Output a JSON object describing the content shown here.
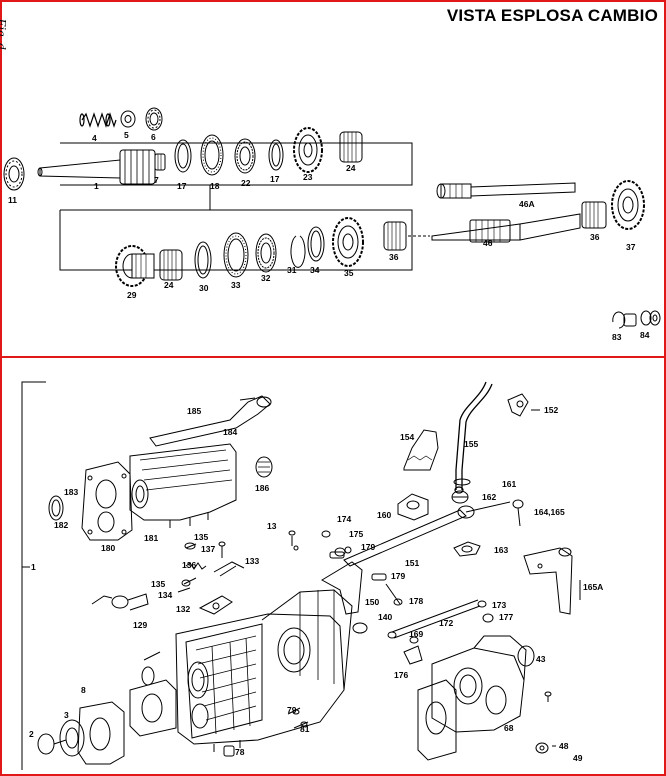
{
  "title": "VISTA ESPLOSA CAMBIO",
  "figure_label": "Fig. d",
  "colors": {
    "frame": "#e01818",
    "line": "#000000"
  },
  "top_section": {
    "part_labels": [
      "4",
      "5",
      "6",
      "11",
      "1",
      "7",
      "17",
      "18",
      "22",
      "17",
      "23",
      "24",
      "46A",
      "46",
      "36",
      "37",
      "29",
      "24",
      "30",
      "33",
      "32",
      "31",
      "34",
      "35",
      "36",
      "83",
      "84"
    ]
  },
  "bottom_section": {
    "part_labels": [
      "185",
      "184",
      "152",
      "154",
      "155",
      "186",
      "161",
      "183",
      "162",
      "182",
      "180",
      "181",
      "160",
      "164,165",
      "174",
      "13",
      "135",
      "137",
      "175",
      "179",
      "151",
      "163",
      "136",
      "133",
      "165A",
      "179",
      "135",
      "134",
      "178",
      "173",
      "177",
      "150",
      "132",
      "172",
      "129",
      "140",
      "169",
      "43",
      "176",
      "8",
      "2",
      "3",
      "79",
      "68",
      "81",
      "48",
      "78",
      "49",
      "1"
    ]
  }
}
